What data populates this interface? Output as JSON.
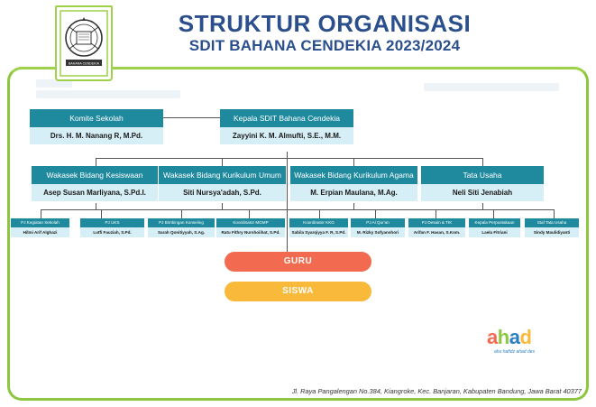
{
  "header": {
    "title": "STRUKTUR ORGANISASI",
    "subtitle": "SDIT BAHANA CENDEKIA 2023/2024"
  },
  "logo": {
    "icon": "school-crest-icon",
    "caption": "BAHANA CENDEKIA"
  },
  "top": [
    {
      "role": "Komite Sekolah",
      "name": "Drs. H. M. Nanang R, M.Pd."
    },
    {
      "role": "Kepala SDIT Bahana Cendekia",
      "name": "Zayyini K. M. Almufti, S.E., M.M."
    }
  ],
  "wakasek": [
    {
      "role": "Wakasek Bidang Kesiswaan",
      "name": "Asep Susan Marliyana, S.Pd.I."
    },
    {
      "role": "Wakasek Bidang Kurikulum Umum",
      "name": "Siti Nursya'adah, S.Pd."
    },
    {
      "role": "Wakasek Bidang Kurikulum Agama",
      "name": "M. Erpian Maulana, M.Ag."
    },
    {
      "role": "Tata Usaha",
      "name": "Neli Siti Jenabiah"
    }
  ],
  "staff": [
    {
      "role": "PJ Kegiatan Sekolah",
      "name": "Hilmi Arif Alghazi"
    },
    {
      "role": "PJ UKS",
      "name": "Lutfi Fauziah, S.Pd."
    },
    {
      "role": "PJ Bimbingan Konseling",
      "name": "Sarah Qonitiyyah, S.Ag."
    },
    {
      "role": "Koordinator MGMP",
      "name": "Ratu Fithry Nurshoiihat, S.Pd."
    },
    {
      "role": "Koordinator KKG",
      "name": "Sabila Syarqiyya F. R, S.Pd."
    },
    {
      "role": "PJ Al Qur'an",
      "name": "M. Rizky Sofyanshori"
    },
    {
      "role": "PJ Desain & TIK",
      "name": "Arifan F. Hasan, S.Kom."
    },
    {
      "role": "Kepala Perpustakaan",
      "name": "Laela Fitriani"
    },
    {
      "role": "Staf Tata Usaha",
      "name": "Sindy Maulidiyanti"
    }
  ],
  "groups": {
    "guru": "GURU",
    "siswa": "SISWA"
  },
  "brand": {
    "word": "ahad",
    "tagline": "ahu hafidz ahad des",
    "colors": {
      "a": "#f26a4f",
      "h": "#8dc63f",
      "a2": "#2b7fc1",
      "d": "#f9b93b"
    }
  },
  "footer": {
    "address": "Jl. Raya Pangalengan No.384, Kiangroke, Kec. Banjaran, Kabupaten Bandung, Jawa Barat 40377"
  },
  "colors": {
    "frame": "#8dc63f",
    "title": "#2b4f8c",
    "header_fill": "#1f8a9e",
    "name_fill": "#d6eef5",
    "guru": "#f26a4f",
    "siswa": "#f9b93b"
  }
}
